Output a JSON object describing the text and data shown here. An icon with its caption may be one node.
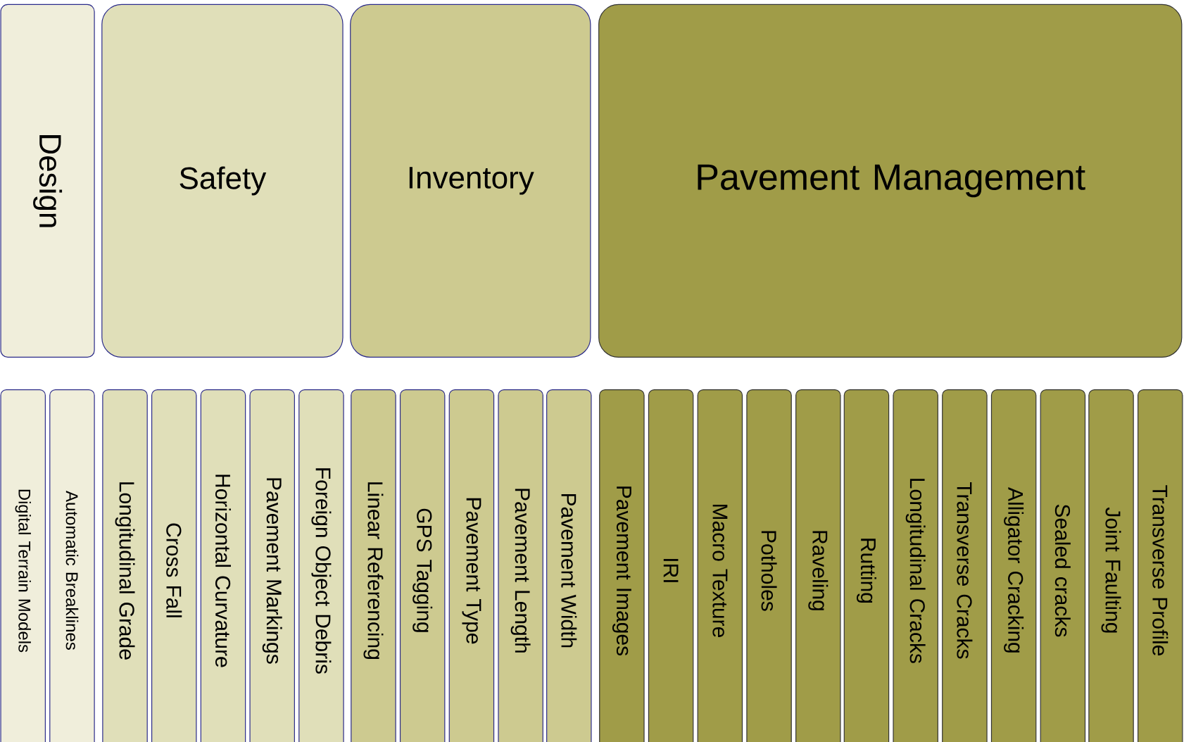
{
  "diagram": {
    "nodes": [
      {
        "text": [
          "Design"
        ]
      },
      {
        "text": [
          "Safety"
        ]
      },
      {
        "text": [
          "Inventory"
        ]
      },
      {
        "text": [
          "Pavement Management"
        ]
      },
      {
        "text": [
          "Digital Terrain Models"
        ]
      },
      {
        "text": [
          "Automatic Breaklines"
        ]
      },
      {
        "text": [
          "Longitudinal Grade"
        ]
      },
      {
        "text": [
          "Cross Fall"
        ]
      },
      {
        "text": [
          "Horizontal Curvature"
        ]
      },
      {
        "text": [
          "Pavement Markings"
        ]
      },
      {
        "text": [
          "Foreign Object Debris"
        ]
      },
      {
        "text": [
          "Linear Referencing"
        ]
      },
      {
        "text": [
          "GPS Tagging"
        ]
      },
      {
        "text": [
          "Pavement Type"
        ]
      },
      {
        "text": [
          "Pavement Length"
        ]
      },
      {
        "text": [
          "Pavement Width"
        ]
      },
      {
        "text": [
          "Pavement Images"
        ]
      },
      {
        "text": [
          "IRI"
        ]
      },
      {
        "text": [
          "Macro Texture"
        ]
      },
      {
        "text": [
          "Potholes"
        ]
      },
      {
        "text": [
          "Raveling"
        ]
      },
      {
        "text": [
          "Rutting"
        ]
      },
      {
        "text": [
          "Longitudinal Cracks"
        ]
      },
      {
        "text": [
          "Transverse Cracks"
        ]
      },
      {
        "text": [
          "Alligator Cracking"
        ]
      },
      {
        "text": [
          "Sealed cracks"
        ]
      },
      {
        "text": [
          "Joint Faulting"
        ]
      },
      {
        "text": [
          "Transverse Profile"
        ]
      }
    ]
  }
}
